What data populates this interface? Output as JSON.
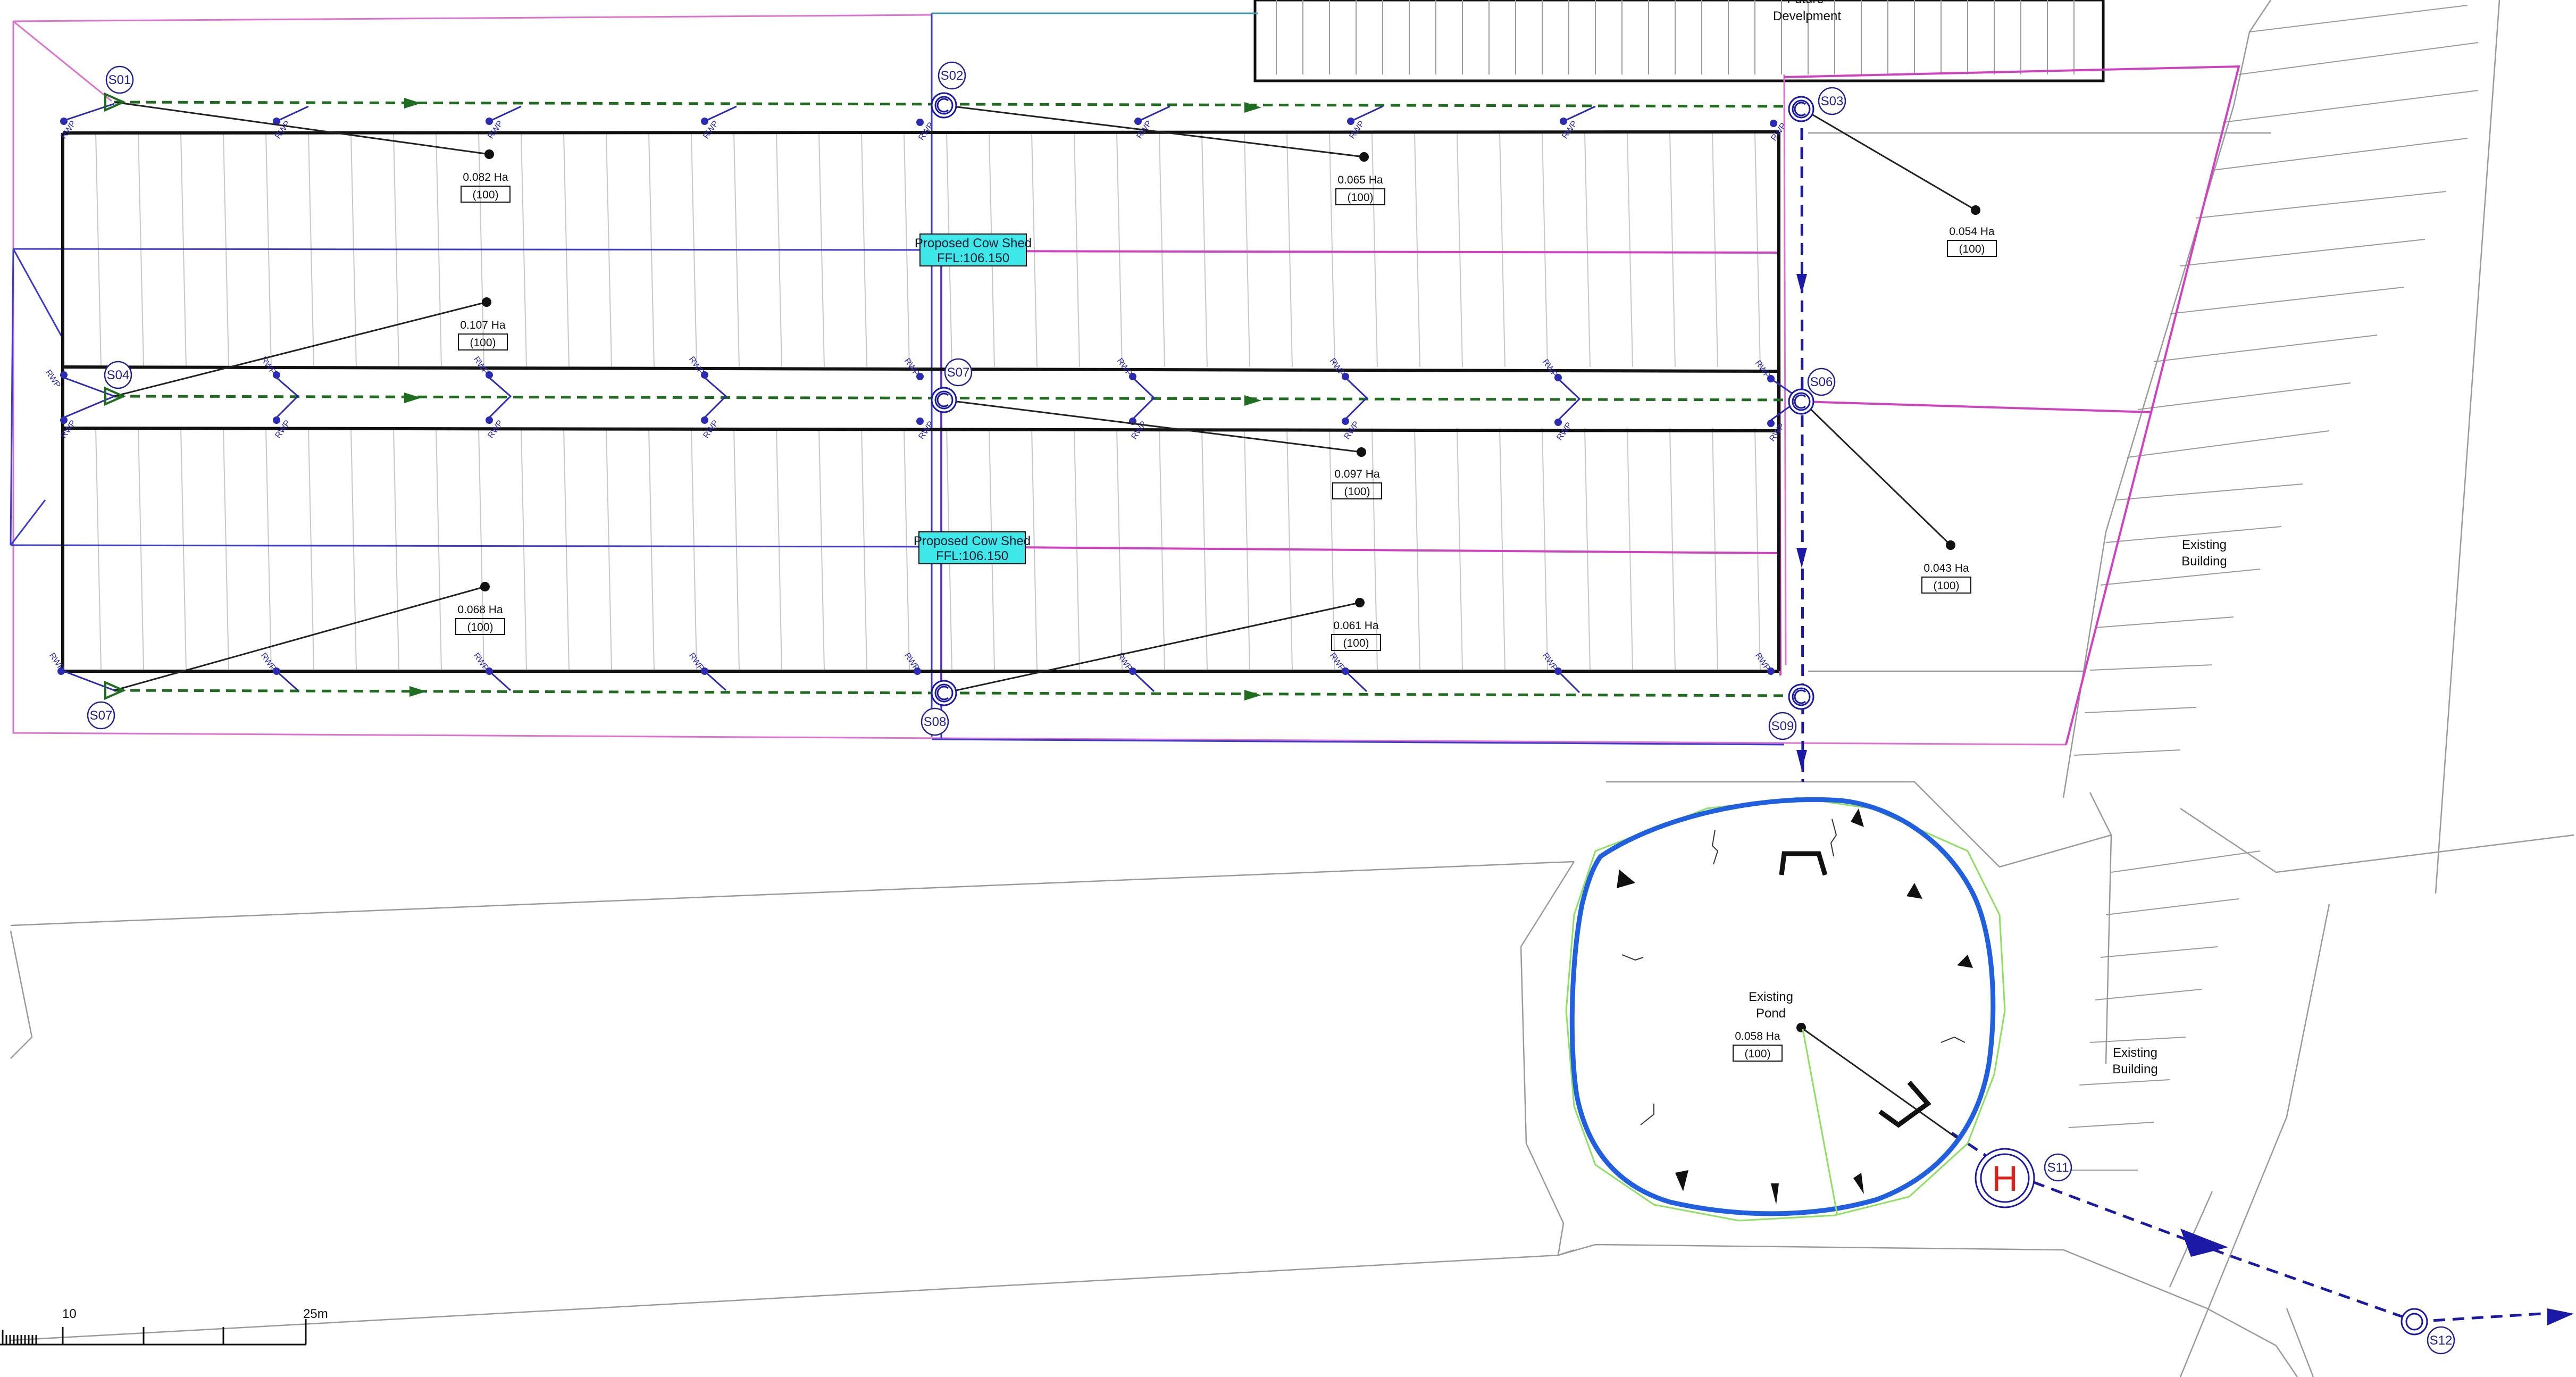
{
  "labels": {
    "top_fragment": "Future",
    "future_development": "Develpment",
    "cow_shed_1": "Proposed Cow Shed",
    "cow_shed_1_ffl": "FFL:106.150",
    "cow_shed_2": "Proposed Cow Shed",
    "cow_shed_2_ffl": "FFL:106.150",
    "existing_building_1_line1": "Existing",
    "existing_building_1_line2": "Building",
    "existing_building_2_line1": "Existing",
    "existing_building_2_line2": "Building",
    "existing_pond_line1": "Existing",
    "existing_pond_line2": "Pond",
    "rwp": "RWP",
    "hydrobrake_symbol": "H"
  },
  "nodes": [
    {
      "id": "S01",
      "type": "inlet"
    },
    {
      "id": "S02",
      "type": "manhole"
    },
    {
      "id": "S03",
      "type": "manhole"
    },
    {
      "id": "S04",
      "type": "inlet"
    },
    {
      "id": "S07",
      "type": "manhole"
    },
    {
      "id": "S06",
      "type": "manhole"
    },
    {
      "id": "S07",
      "type": "inlet"
    },
    {
      "id": "S08",
      "type": "manhole"
    },
    {
      "id": "S09",
      "type": "manhole"
    },
    {
      "id": "S11",
      "type": "hydrobrake"
    },
    {
      "id": "S12",
      "type": "outfall"
    }
  ],
  "catchments": [
    {
      "area": "0.082 Ha",
      "pimp": "(100)"
    },
    {
      "area": "0.065 Ha",
      "pimp": "(100)"
    },
    {
      "area": "0.054 Ha",
      "pimp": "(100)"
    },
    {
      "area": "0.107 Ha",
      "pimp": "(100)"
    },
    {
      "area": "0.097 Ha",
      "pimp": "(100)"
    },
    {
      "area": "0.043 Ha",
      "pimp": "(100)"
    },
    {
      "area": "0.068 Ha",
      "pimp": "(100)"
    },
    {
      "area": "0.061 Ha",
      "pimp": "(100)"
    },
    {
      "area": "0.058 Ha",
      "pimp": "(100)"
    }
  ],
  "scale_bar": {
    "tick_10": "10",
    "tick_25": "25m"
  },
  "colors": {
    "foul_green": "#1f6e1f",
    "storm_blue": "#1a1aa6",
    "pond_blue": "#1f5fe0",
    "pink": "#e060d0",
    "cyan_box": "#3ee8e8",
    "hydrobrake_red": "#e0201a",
    "grey_line": "#9a9a9a"
  }
}
